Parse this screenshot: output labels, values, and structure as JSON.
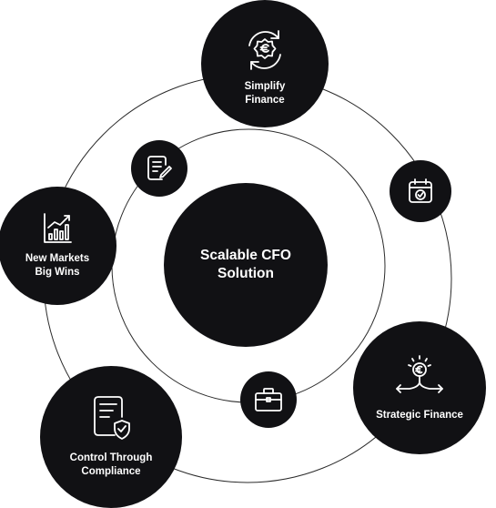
{
  "center": {
    "label": "Scalable CFO\nSolution"
  },
  "nodes": {
    "simplify_finance": {
      "label": "Simplify\nFinance",
      "icon": "euro-refresh-icon"
    },
    "new_markets": {
      "label": "New Markets\nBig Wins",
      "icon": "growth-chart-icon"
    },
    "strategic_finance": {
      "label": "Strategic Finance",
      "icon": "euro-bulb-arrows-icon"
    },
    "control_compliance": {
      "label": "Control Through\nCompliance",
      "icon": "document-shield-icon"
    }
  },
  "small_nodes": [
    {
      "icon": "document-pen-icon"
    },
    {
      "icon": "calendar-check-icon"
    },
    {
      "icon": "briefcase-icon"
    }
  ],
  "colors": {
    "node_fill": "#111114",
    "node_text": "#ffffff",
    "ring_stroke": "#2b2b2b"
  }
}
